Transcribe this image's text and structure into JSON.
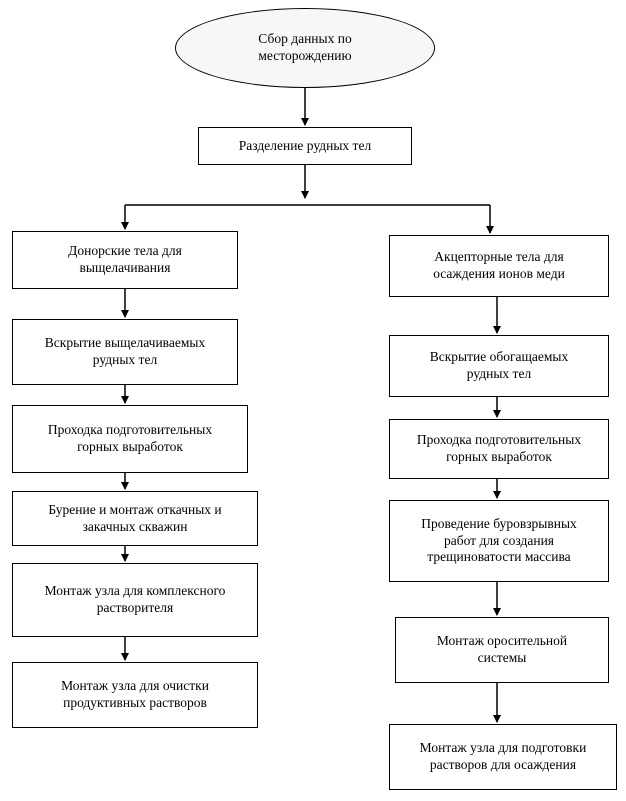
{
  "diagram": {
    "start": [
      "Сбор данных по",
      "месторождению"
    ],
    "split": [
      "Разделение рудных тел"
    ],
    "left": [
      [
        "Донорские тела для",
        "выщелачивания"
      ],
      [
        "Вскрытие выщелачиваемых",
        "рудных тел"
      ],
      [
        "Проходка подготовительных",
        "горных выработок"
      ],
      [
        "Бурение и монтаж откачных и",
        "закачных скважин"
      ],
      [
        "Монтаж узла для комплексного",
        "растворителя"
      ],
      [
        "Монтаж узла для очистки",
        "продуктивных растворов"
      ]
    ],
    "right": [
      [
        "Акцепторные тела для",
        "осаждения ионов меди"
      ],
      [
        "Вскрытие обогащаемых",
        "рудных тел"
      ],
      [
        "Проходка подготовительных",
        "горных выработок"
      ],
      [
        "Проведение буровзрывных",
        "работ для создания",
        "трещиноватости массива"
      ],
      [
        "Монтаж оросительной",
        "системы"
      ],
      [
        "Монтаж узла для подготовки",
        "растворов для  осаждения"
      ]
    ]
  }
}
